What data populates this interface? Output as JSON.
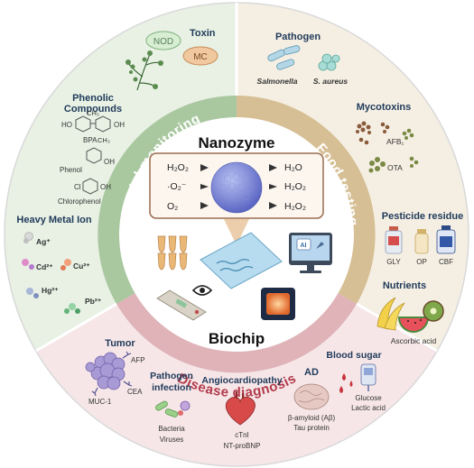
{
  "center": {
    "nanozyme_title": "Nanozyme",
    "biochip_title": "Biochip",
    "reaction": {
      "left": [
        "H₂O₂",
        "·O₂⁻",
        "O₂"
      ],
      "right": [
        "H₂O",
        "H₂O₂",
        "H₂O₂"
      ]
    },
    "ai_label": "AI"
  },
  "ring_labels": {
    "environmental": "Environmental monitoring",
    "food": "Food testing",
    "disease": "Disease diagnosis"
  },
  "environment": {
    "toxin_title": "Toxin",
    "toxins": [
      "NOD",
      "MC"
    ],
    "phenolic_title_line1": "Phenolic",
    "phenolic_title_line2": "Compounds",
    "bpa": {
      "ch3_top": "CH₃",
      "ho": "HO",
      "oh": "OH",
      "name": "BPA",
      "ch3_bottom": "CH₃"
    },
    "phenol": {
      "name": "Phenol",
      "oh": "OH"
    },
    "chlorophenol": {
      "cl": "Cl",
      "oh": "OH",
      "name": "Chlorophenol"
    },
    "heavy_metal_title": "Heavy Metal Ion",
    "ions": [
      "Ag⁺",
      "Cd²⁺",
      "Cu²⁺",
      "Hg²⁺",
      "Pb²⁺"
    ]
  },
  "food": {
    "pathogen_title": "Pathogen",
    "pathogens": [
      "Salmonella",
      "S. aureus"
    ],
    "mycotoxins_title": "Mycotoxins",
    "mycotoxins": [
      "AFB₁",
      "OTA"
    ],
    "pesticide_title": "Pesticide residue",
    "pesticides": [
      "GLY",
      "OP",
      "CBF"
    ],
    "nutrients_title": "Nutrients",
    "nutrient": "Ascorbic acid"
  },
  "disease": {
    "tumor_title": "Tumor",
    "tumor_markers": [
      "AFP",
      "CEA",
      "MUC-1"
    ],
    "pathogen_title_line1": "Pathogen",
    "pathogen_title_line2": "infection",
    "pathogen_items": [
      "Bacteria",
      "Viruses"
    ],
    "angio_title": "Angiocardiopathy",
    "angio_items": [
      "cTnI",
      "NT-proBNP"
    ],
    "ad_title": "AD",
    "ad_items": [
      "β-amyloid (Aβ)",
      "Tau protein"
    ],
    "sugar_title": "Blood sugar",
    "sugar_items": [
      "Glucose",
      "Lactic acid"
    ]
  },
  "colors": {
    "env_light": "#e8f1e4",
    "env_band": "#a9c8a0",
    "food_light": "#f5efe3",
    "food_band": "#d6bf94",
    "disease_light": "#f6e6e8",
    "disease_band": "#dfb3b8",
    "header_blue": "#1f3a5a"
  }
}
